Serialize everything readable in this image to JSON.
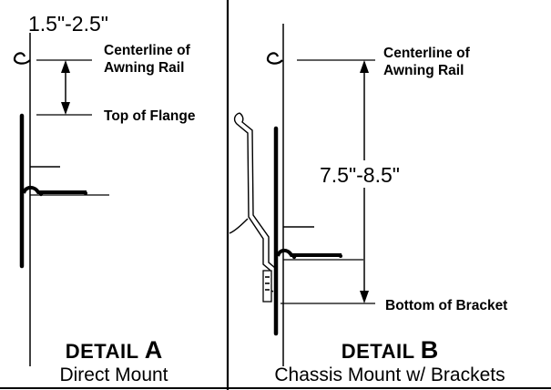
{
  "detail_a": {
    "dimension": "1.5\"-2.5\"",
    "label_centerline_line1": "Centerline of",
    "label_centerline_line2": "Awning Rail",
    "label_top_of_flange": "Top of Flange",
    "title_word": "DETAIL",
    "title_letter": "A",
    "subtitle": "Direct Mount"
  },
  "detail_b": {
    "dimension": "7.5\"-8.5\"",
    "label_centerline_line1": "Centerline of",
    "label_centerline_line2": "Awning Rail",
    "label_bottom_of_bracket": "Bottom of Bracket",
    "title_word": "DETAIL",
    "title_letter": "B",
    "subtitle": "Chassis Mount w/ Brackets"
  }
}
